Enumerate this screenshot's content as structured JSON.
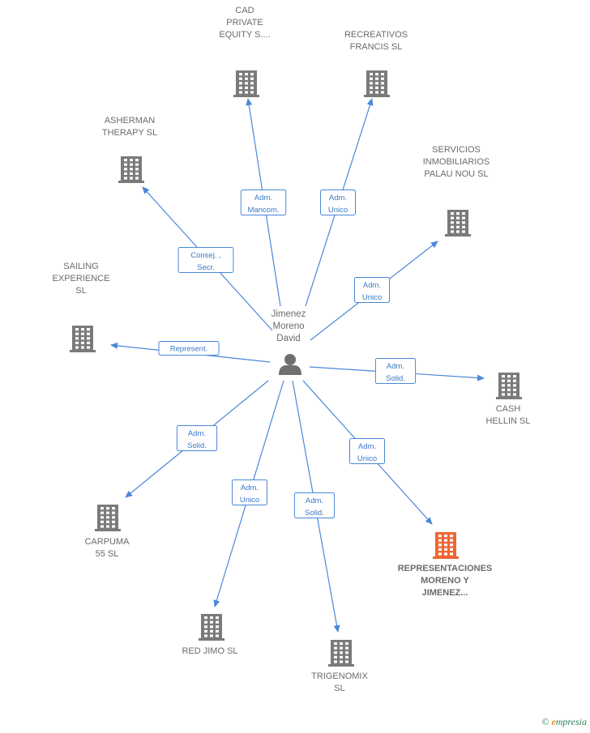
{
  "center": {
    "label_lines": [
      "Jimenez",
      "Moreno",
      "David"
    ],
    "icon": "person-icon"
  },
  "colors": {
    "edge": "#4a88d8",
    "building": "#7a7a7a",
    "building_highlight": "#f26533"
  },
  "companies": [
    {
      "id": "cad-private-equity",
      "label_lines": [
        "CAD",
        "PRIVATE",
        "EQUITY S...."
      ],
      "role_lines": [
        "Adm.",
        "Mancom."
      ],
      "highlight": false
    },
    {
      "id": "recreativos-francis",
      "label_lines": [
        "RECREATIVOS",
        "FRANCIS  SL"
      ],
      "role_lines": [
        "Adm.",
        "Unico"
      ],
      "highlight": false
    },
    {
      "id": "asherman-therapy",
      "label_lines": [
        "ASHERMAN",
        "THERAPY  SL"
      ],
      "role_lines": [
        "Consej. ,",
        "Secr."
      ],
      "highlight": false
    },
    {
      "id": "servicios-inmobiliarios",
      "label_lines": [
        "SERVICIOS",
        "INMOBILIARIOS",
        "PALAU NOU  SL"
      ],
      "role_lines": [
        "Adm.",
        "Unico"
      ],
      "highlight": false
    },
    {
      "id": "sailing-experience",
      "label_lines": [
        "SAILING",
        "EXPERIENCE",
        "SL"
      ],
      "role_lines": [
        "Represent."
      ],
      "highlight": false
    },
    {
      "id": "cash-hellin",
      "label_lines": [
        "CASH",
        "HELLIN  SL"
      ],
      "role_lines": [
        "Adm.",
        "Solid."
      ],
      "highlight": false
    },
    {
      "id": "carpuma-55",
      "label_lines": [
        "CARPUMA",
        "55  SL"
      ],
      "role_lines": [
        "Adm.",
        "Solid."
      ],
      "highlight": false
    },
    {
      "id": "representaciones-moreno",
      "label_lines": [
        "REPRESENTACIONES",
        "MORENO Y",
        "JIMENEZ..."
      ],
      "role_lines": [
        "Adm.",
        "Unico"
      ],
      "highlight": true
    },
    {
      "id": "red-jimo",
      "label_lines": [
        "RED JIMO  SL"
      ],
      "role_lines": [
        "Adm.",
        "Unico"
      ],
      "highlight": false
    },
    {
      "id": "trigenomix",
      "label_lines": [
        "TRIGENOMIX",
        "SL"
      ],
      "role_lines": [
        "Adm.",
        "Solid."
      ],
      "highlight": false
    }
  ],
  "footer": {
    "copyright_symbol": "©",
    "brand_initial": "e",
    "brand_rest": "mpresia"
  }
}
